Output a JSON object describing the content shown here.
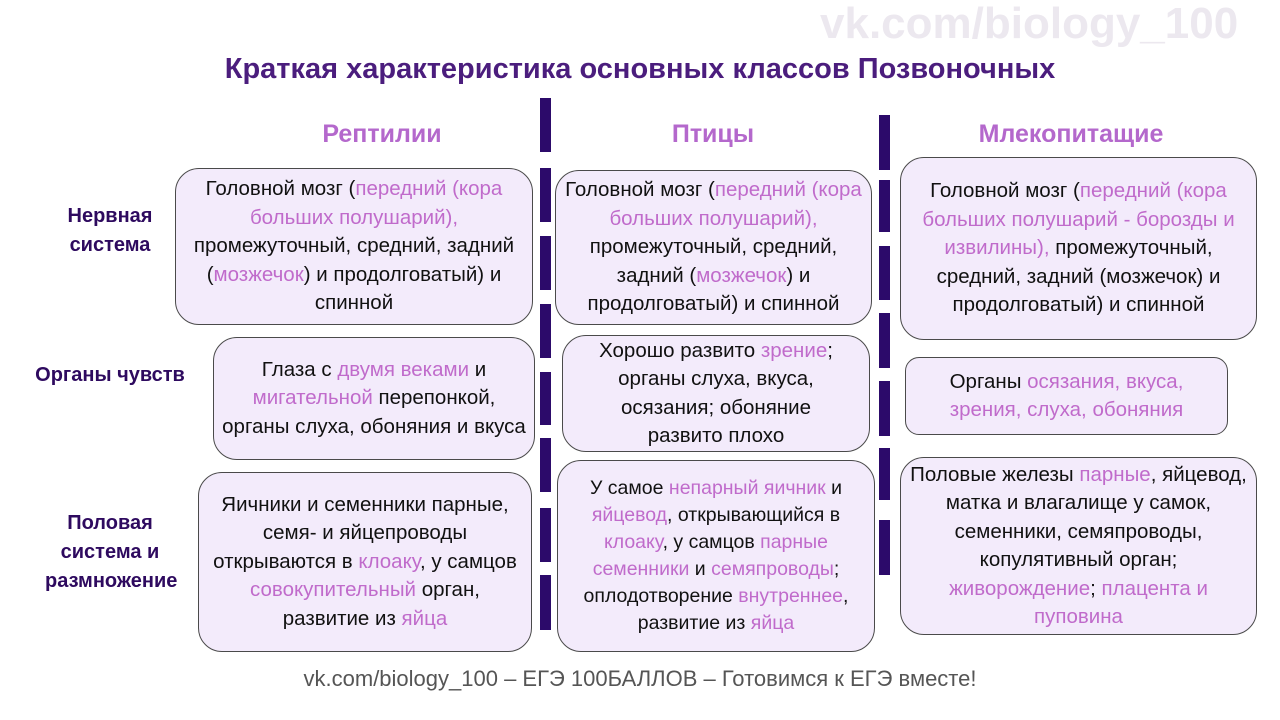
{
  "watermark": "vk.com/biology_100",
  "title": "Краткая характеристика основных классов Позвоночных",
  "columns": [
    "Рептилии",
    "Птицы",
    "Млекопитащие"
  ],
  "rows": [
    "Нервная система",
    "Органы чувств",
    "Половая система и размножение"
  ],
  "cells": {
    "reptiles": [
      [
        {
          "t": "Головной мозг ("
        },
        {
          "t": "передний (кора больших полушарий),",
          "hl": true
        },
        {
          "t": " промежуточный, средний, задний ("
        },
        {
          "t": "мозжечок",
          "hl": true
        },
        {
          "t": ") и продолговатый) и спинной"
        }
      ],
      [
        {
          "t": "Глаза с "
        },
        {
          "t": "двумя веками",
          "hl": true
        },
        {
          "t": " и "
        },
        {
          "t": "мигательной",
          "hl": true
        },
        {
          "t": " перепонкой, органы слуха, обоняния и вкуса"
        }
      ],
      [
        {
          "t": "Яичники и семенники парные, семя- и яйцепроводы открываются в "
        },
        {
          "t": "клоаку",
          "hl": true
        },
        {
          "t": ", у самцов "
        },
        {
          "t": "совокупительный",
          "hl": true
        },
        {
          "t": " орган, развитие из "
        },
        {
          "t": "яйца",
          "hl": true
        }
      ]
    ],
    "birds": [
      [
        {
          "t": "Головной мозг ("
        },
        {
          "t": "передний (кора больших полушарий),",
          "hl": true
        },
        {
          "t": " промежуточный, средний, задний ("
        },
        {
          "t": "мозжечок",
          "hl": true
        },
        {
          "t": ") и продолговатый) и спинной"
        }
      ],
      [
        {
          "t": "Хорошо развито "
        },
        {
          "t": "зрение",
          "hl": true
        },
        {
          "t": "; органы слуха, вкуса, осязания; обоняние развито плохо"
        }
      ],
      [
        {
          "t": "У самое "
        },
        {
          "t": "непарный яичник",
          "hl": true
        },
        {
          "t": " и "
        },
        {
          "t": "яйцевод",
          "hl": true
        },
        {
          "t": ", открывающийся в "
        },
        {
          "t": "клоаку",
          "hl": true
        },
        {
          "t": ", у самцов "
        },
        {
          "t": "парные семенники",
          "hl": true
        },
        {
          "t": " и "
        },
        {
          "t": "семяпроводы",
          "hl": true
        },
        {
          "t": "; оплодотворение "
        },
        {
          "t": "внутреннее",
          "hl": true
        },
        {
          "t": ", развитие из "
        },
        {
          "t": "яйца",
          "hl": true
        }
      ]
    ],
    "mammals": [
      [
        {
          "t": "Головной мозг ("
        },
        {
          "t": "передний (кора больших полушарий - борозды и извилины),",
          "hl": true
        },
        {
          "t": " промежуточный, средний, задний (мозжечок) и продолговатый) и спинной"
        }
      ],
      [
        {
          "t": "Органы "
        },
        {
          "t": "осязания, вкуса, зрения, слуха, обоняния",
          "hl": true
        }
      ],
      [
        {
          "t": "Половые железы "
        },
        {
          "t": "парные",
          "hl": true
        },
        {
          "t": ", яйцевод, матка и влагалище у самок, семенники, семяпроводы, копулятивный орган; "
        },
        {
          "t": "живорождение",
          "hl": true
        },
        {
          "t": "; "
        },
        {
          "t": "плацента и пуповина",
          "hl": true
        }
      ]
    ]
  },
  "footer": "vk.com/biology_100 – ЕГЭ 100БАЛЛОВ – Готовимся к ЕГЭ вместе!",
  "colors": {
    "title": "#4b1d7d",
    "highlight": "#c06bcb",
    "divider": "#2c0a6a",
    "box": "#f3ebfb"
  }
}
